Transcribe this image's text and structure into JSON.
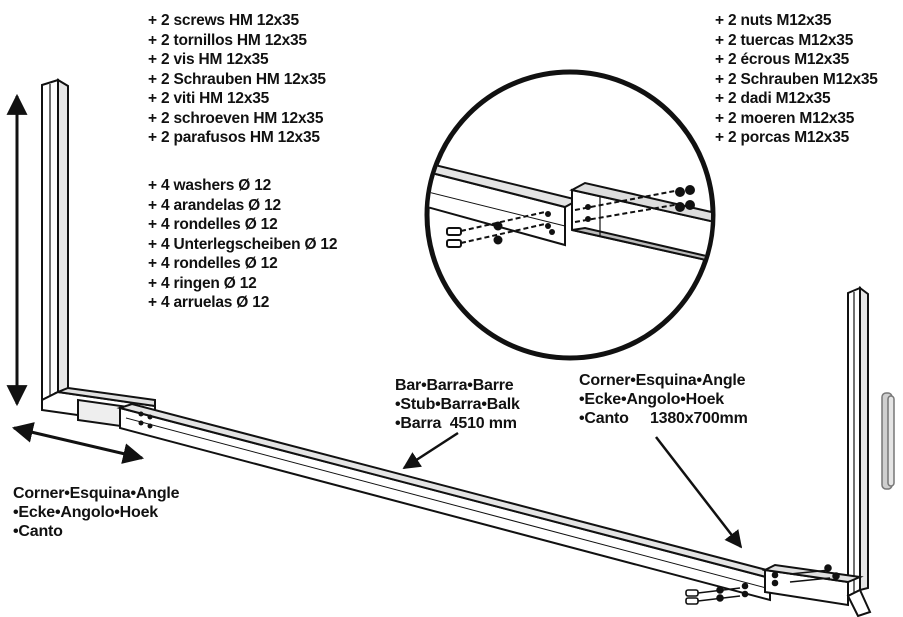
{
  "screws_list": [
    "+ 2 screws HM 12x35",
    "+ 2 tornillos HM 12x35",
    "+ 2 vis HM 12x35",
    "+ 2 Schrauben HM 12x35",
    "+ 2 viti HM 12x35",
    "+ 2 schroeven HM 12x35",
    "+ 2 parafusos HM 12x35"
  ],
  "washers_list": [
    "+ 4 washers Ø 12",
    "+ 4 arandelas Ø 12",
    "+ 4 rondelles Ø 12",
    "+ 4 Unterlegscheiben Ø 12",
    "+ 4 rondelles Ø 12",
    "+ 4 ringen Ø 12",
    "+ 4 arruelas Ø 12"
  ],
  "nuts_list": [
    "+ 2 nuts M12x35",
    "+ 2 tuercas M12x35",
    "+ 2 écrous M12x35",
    "+ 2 Schrauben M12x35",
    "+ 2 dadi M12x35",
    "+ 2 moeren M12x35",
    "+ 2 porcas M12x35"
  ],
  "bar_label": [
    "Bar•Barra•Barre",
    "•Stub•Barra•Balk",
    "•Barra  4510 mm"
  ],
  "corner_right_label": [
    "Corner•Esquina•Angle",
    "•Ecke•Angolo•Hoek",
    "•Canto     1380x700mm"
  ],
  "corner_left_label": [
    "Corner•Esquina•Angle",
    "•Ecke•Angolo•Hoek",
    "•Canto"
  ]
}
